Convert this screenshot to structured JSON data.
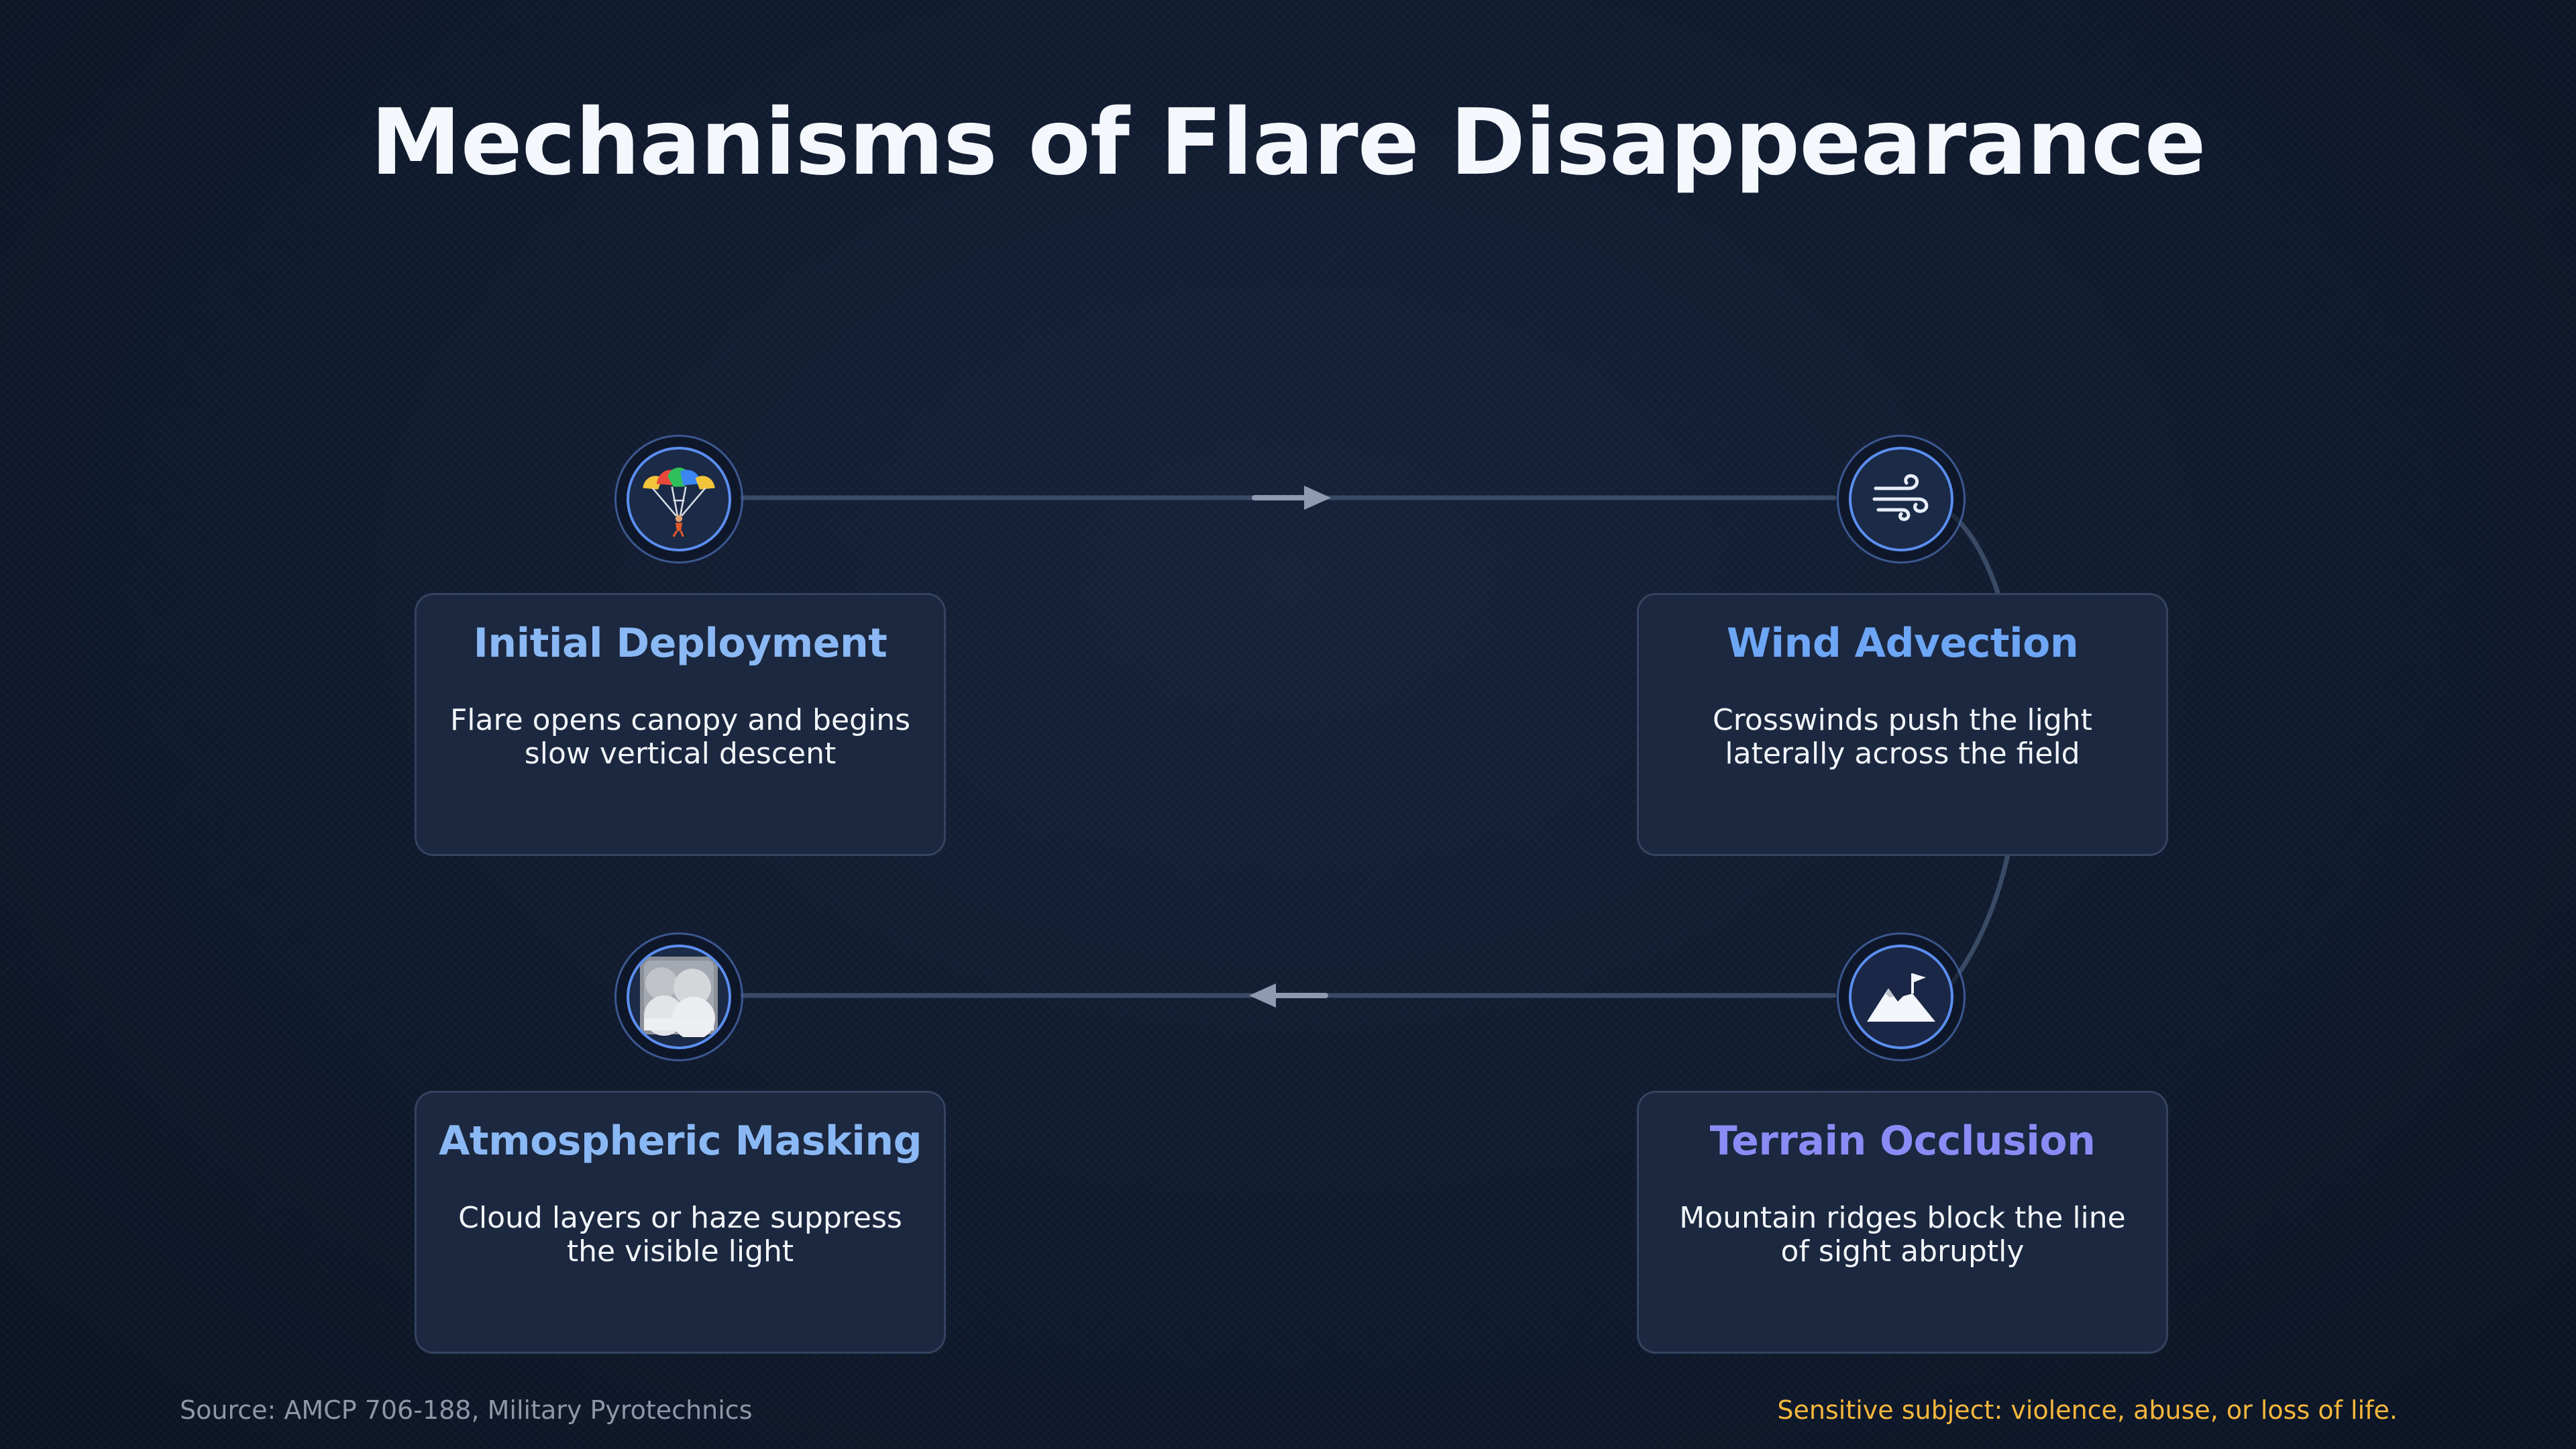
{
  "title": "Mechanisms of Flare Disappearance",
  "steps": [
    {
      "title": "Initial Deployment",
      "description": "Flare opens canopy and begins slow vertical descent",
      "icon": "parachute-icon",
      "title_color": "#8ab8f4"
    },
    {
      "title": "Wind Advection",
      "description": "Crosswinds push the light laterally across the field",
      "icon": "wind-icon",
      "title_color": "#6ea6f6"
    },
    {
      "title": "Terrain Occlusion",
      "description": "Mountain ridges block the line of sight abruptly",
      "icon": "mountain-icon",
      "title_color": "#8a8cf6"
    },
    {
      "title": "Atmospheric Masking",
      "description": "Cloud layers or haze suppress the visible light",
      "icon": "fog-icon",
      "title_color": "#8ab8f4"
    }
  ],
  "footer": {
    "source": "Source: AMCP 706-188, Military Pyrotechnics",
    "warning": "Sensitive subject: violence, abuse, or loss of life."
  },
  "colors": {
    "background": "#0f1a2d",
    "card": "#1b2840",
    "node_ring": "#5b8ef0",
    "connector": "#3a4a64",
    "arrow": "#8e9ab0",
    "warning": "#f6b73c"
  }
}
